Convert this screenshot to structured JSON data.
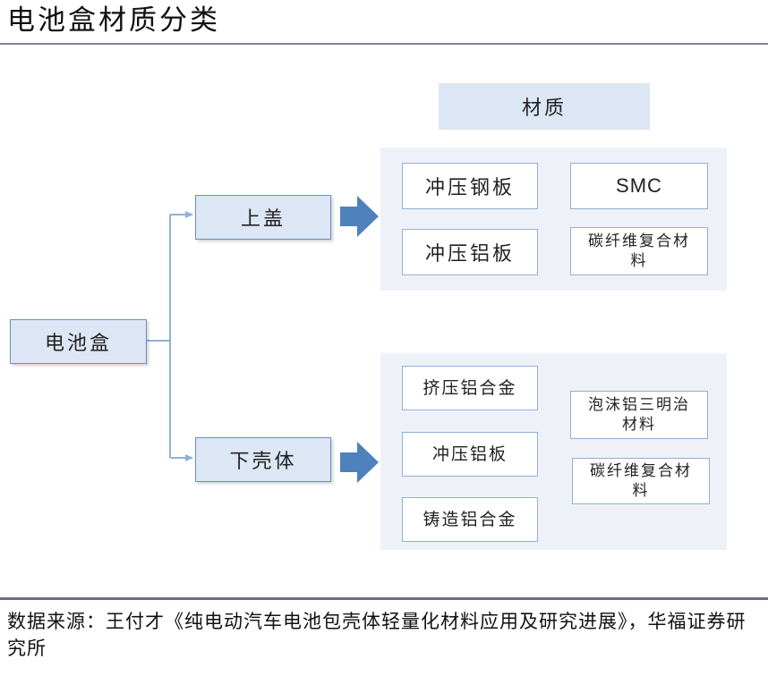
{
  "title": "电池盒材质分类",
  "diagram": {
    "root": "电池盒",
    "branches": {
      "upper": "上盖",
      "lower": "下壳体"
    },
    "material_header": "材质",
    "upper_materials": [
      "冲压钢板",
      "SMC",
      "冲压铝板",
      "碳纤维复合材料"
    ],
    "lower_materials": [
      "挤压铝合金",
      "冲压铝板",
      "铸造铝合金",
      "泡沫铝三明治材料",
      "碳纤维复合材料"
    ]
  },
  "source": "数据来源：王付才《纯电动汽车电池包壳体轻量化材料应用及研究进展》，华福证券研究所",
  "colors": {
    "box_fill": "#dce6f4",
    "box_border": "#6d8fc2",
    "panel_fill": "#eef2f8",
    "arrow": "#4f81bd",
    "connector": "#8fb0d9"
  }
}
